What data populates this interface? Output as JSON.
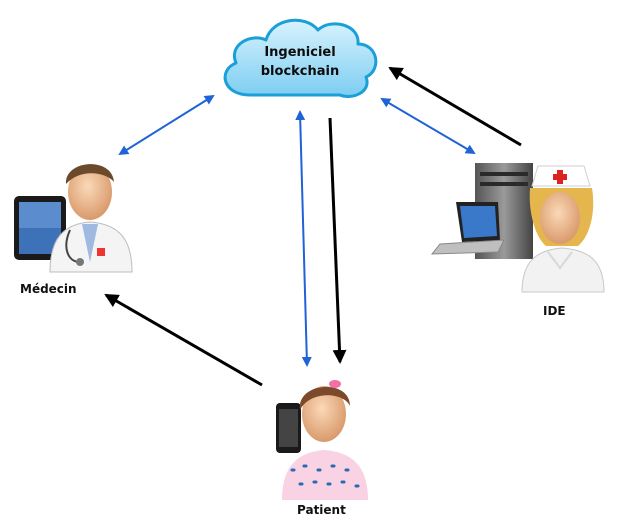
{
  "cloud": {
    "line1": "Ingeniciel",
    "line2": "blockchain"
  },
  "actors": {
    "medecin": "Médecin",
    "ide": "IDE",
    "patient": "Patient"
  },
  "colors": {
    "blue_arrow": "#1f63d6",
    "black_arrow": "#000000",
    "cloud_fill": "#9fdcf6",
    "cloud_stroke": "#1a9fd8"
  }
}
